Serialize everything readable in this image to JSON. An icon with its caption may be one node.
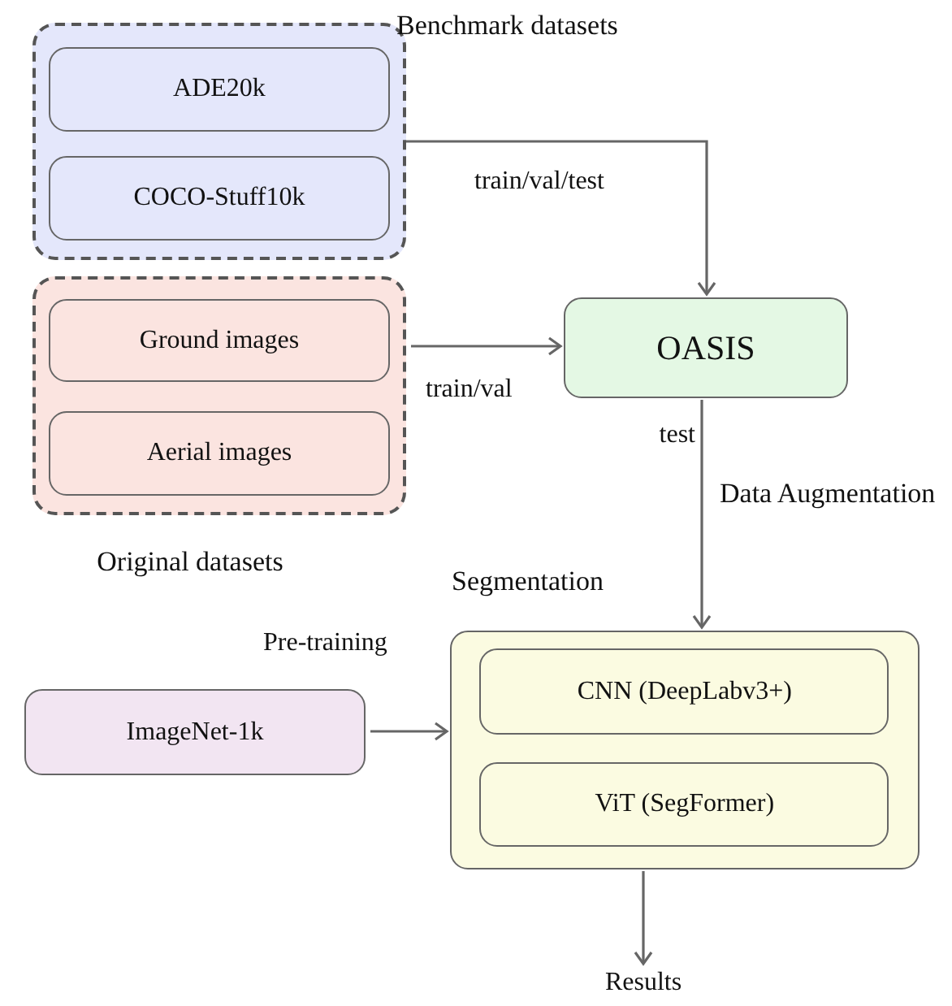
{
  "diagram": {
    "nodes": [
      {
        "text": [
          "Benchmark datasets"
        ]
      },
      {
        "text": [
          "ADE20k"
        ],
        "in": 0
      },
      {
        "text": [
          "COCO-Stuff10k"
        ],
        "in": 0
      },
      {
        "text": [
          "Original datasets"
        ]
      },
      {
        "text": [
          "Ground images"
        ],
        "in": 3
      },
      {
        "text": [
          "Aerial images"
        ],
        "in": 3
      },
      {
        "text": [
          "OASIS"
        ]
      },
      {
        "text": [
          "Segmentation"
        ]
      },
      {
        "text": [
          "CNN (DeepLabv3+)"
        ],
        "in": 7
      },
      {
        "text": [
          "ViT (SegFormer)"
        ],
        "in": 7
      },
      {
        "text": [
          "ImageNet-1k"
        ]
      },
      {
        "text": [
          "Results"
        ]
      }
    ],
    "edges": [
      {
        "from": 0,
        "to": 6,
        "arrow": "to",
        "label": "train/val/test"
      },
      {
        "from": 3,
        "to": 6,
        "arrow": "to",
        "label": "train/val"
      },
      {
        "from": 6,
        "to": 7,
        "arrow": "to",
        "label": "test"
      },
      {
        "from": 10,
        "to": 7,
        "arrow": "to",
        "label": "Pre-training"
      },
      {
        "from": 7,
        "to": 11,
        "arrow": "to"
      }
    ],
    "labels": [
      "Data Augmentation"
    ]
  }
}
